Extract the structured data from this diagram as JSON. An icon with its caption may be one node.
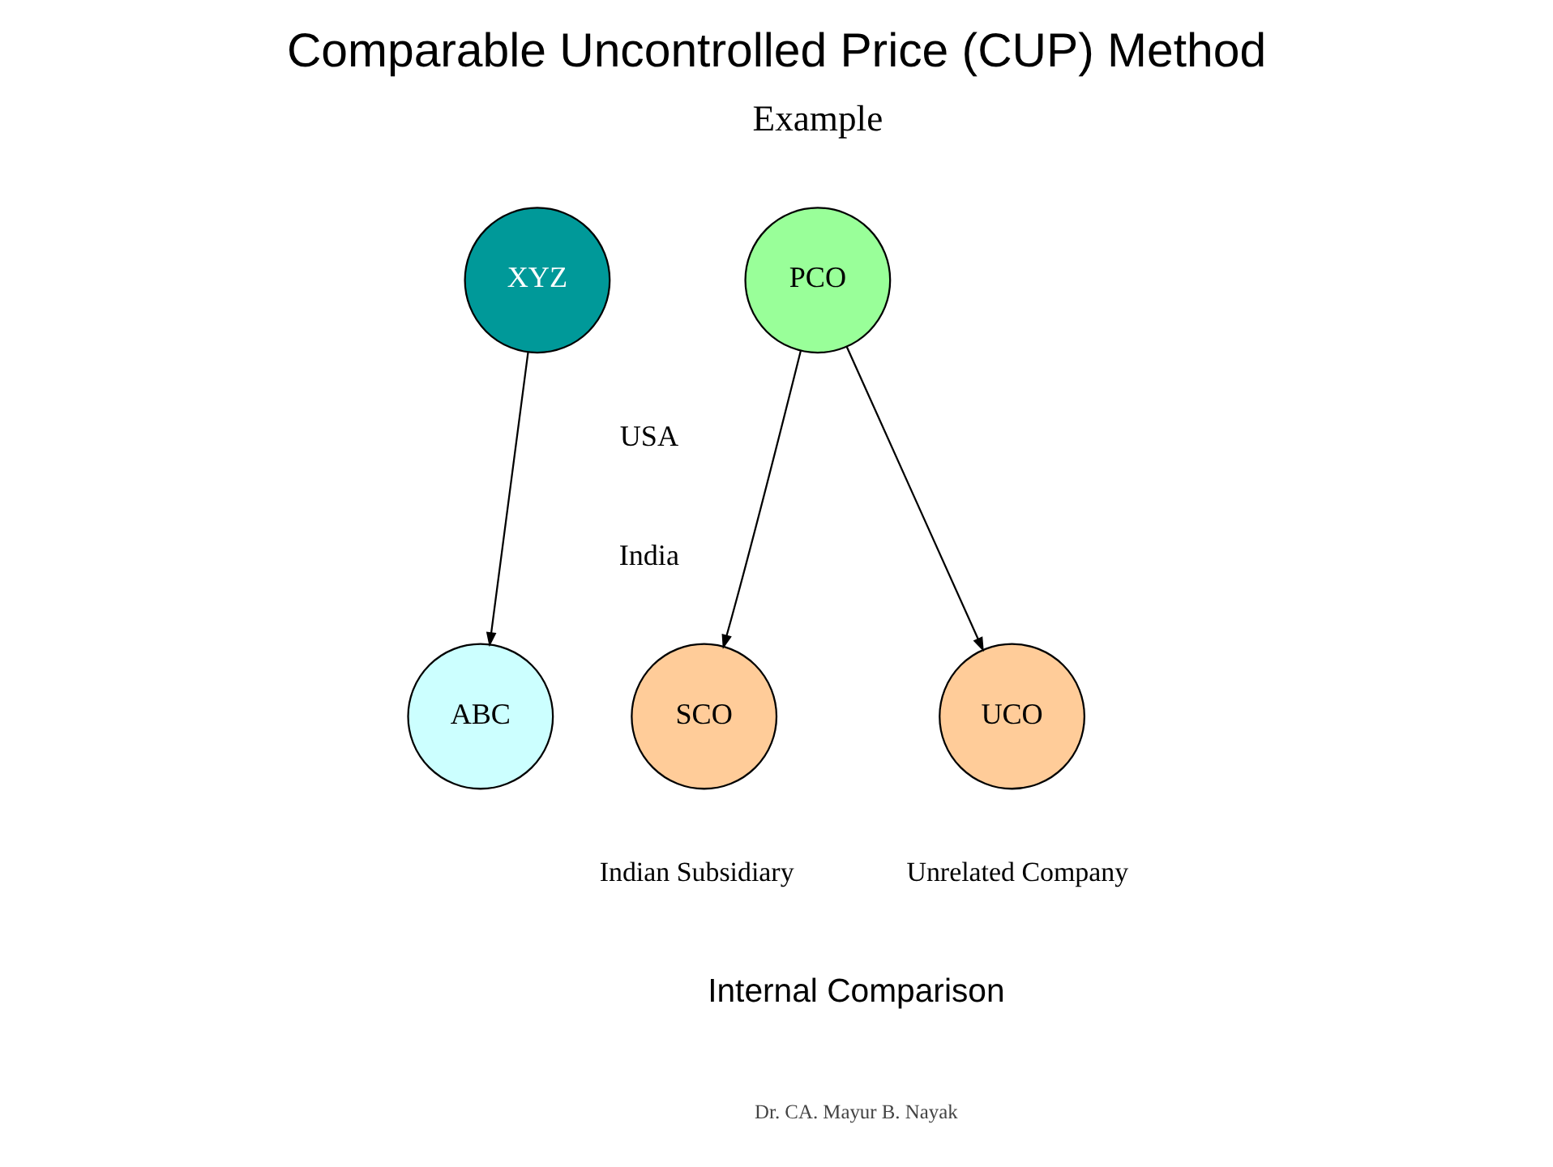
{
  "diagram": {
    "title": "Comparable Uncontrolled Price (CUP) Method",
    "nodes": [
      {
        "text": [
          "PCO"
        ]
      },
      {
        "text": [
          "XYZ"
        ]
      },
      {
        "text": [
          "SCO"
        ],
        "beside": [
          "Indian Subsidiary"
        ]
      },
      {
        "text": [
          "UCO"
        ],
        "beside": [
          "Unrelated Company"
        ]
      },
      {
        "text": [
          "ABC"
        ]
      }
    ],
    "edges": [
      {
        "from": 0,
        "to": 2,
        "arrow": "to"
      },
      {
        "from": 0,
        "to": 3,
        "arrow": "to"
      },
      {
        "from": 1,
        "to": 4,
        "arrow": "to"
      }
    ],
    "labels": [
      "Example",
      "USA",
      "India",
      "Internal Comparison",
      "Dr. CA. Mayur B. Nayak"
    ]
  }
}
